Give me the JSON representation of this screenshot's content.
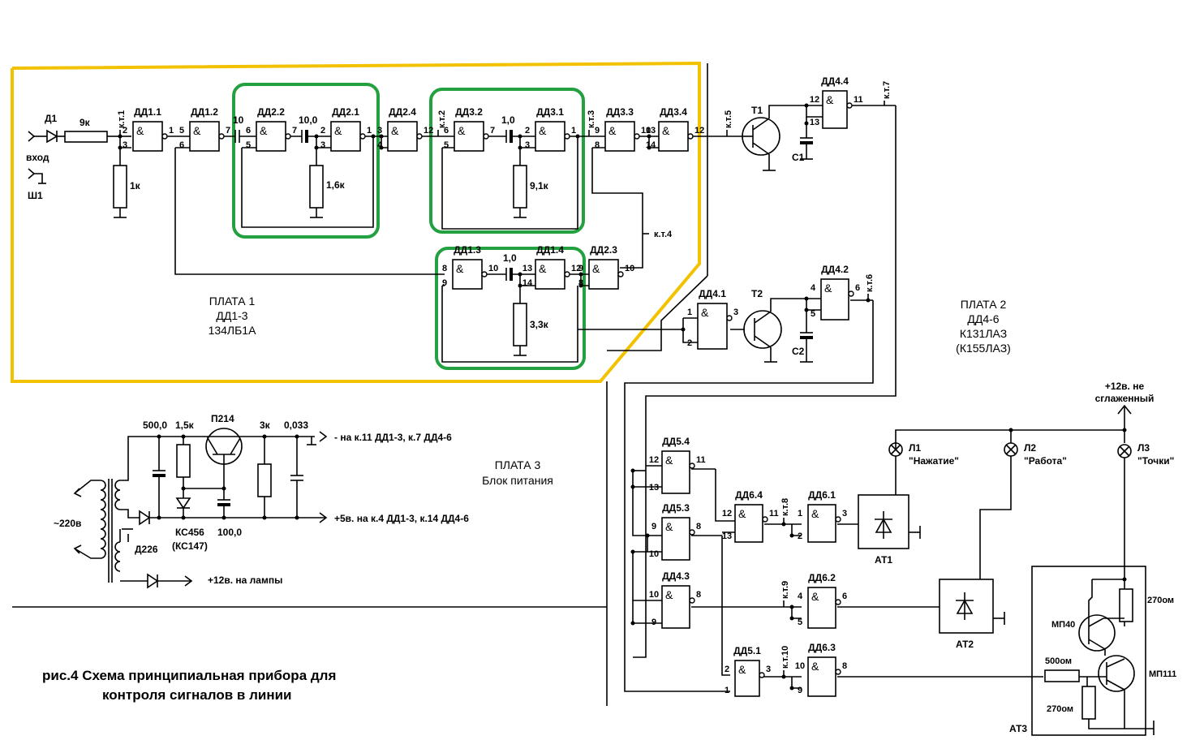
{
  "caption": {
    "line1": "рис.4   Схема  принципиальная  прибора  для",
    "line2": "контроля  сигналов  в  линии"
  },
  "boards": {
    "board1": {
      "title": "ПЛАТА 1",
      "chips": "ДД1-3",
      "type": "134ЛБ1А"
    },
    "board2": {
      "title": "ПЛАТА 2",
      "chips": "ДД4-6",
      "type": "К131ЛАЗ",
      "alt": "(К155ЛАЗ)"
    },
    "board3": {
      "title": "ПЛАТА 3",
      "subtitle": "Блок питания"
    }
  },
  "colors": {
    "board1_outline": "#f2c200",
    "block_outline": "#23a040",
    "wire": "#000000"
  },
  "gate_symbol": "&",
  "gates": [
    {
      "name": "ДД1.1",
      "pins": [
        "2",
        "3",
        "1"
      ]
    },
    {
      "name": "ДД1.2",
      "pins": [
        "5",
        "6",
        "7"
      ]
    },
    {
      "name": "ДД2.2",
      "pins": [
        "6",
        "5",
        "7"
      ]
    },
    {
      "name": "ДД2.1",
      "pins": [
        "2",
        "3",
        "1"
      ]
    },
    {
      "name": "ДД2.4",
      "pins": [
        "3",
        "4",
        "12"
      ]
    },
    {
      "name": "ДД3.2",
      "pins": [
        "6",
        "5",
        "7"
      ]
    },
    {
      "name": "ДД3.1",
      "pins": [
        "2",
        "3",
        "1"
      ]
    },
    {
      "name": "ДД3.3",
      "pins": [
        "9",
        "8",
        "10"
      ]
    },
    {
      "name": "ДД3.4",
      "pins": [
        "13",
        "14",
        "12"
      ]
    },
    {
      "name": "ДД1.3",
      "pins": [
        "8",
        "9",
        "10"
      ]
    },
    {
      "name": "ДД1.4",
      "pins": [
        "13",
        "14",
        "12"
      ]
    },
    {
      "name": "ДД2.3",
      "pins": [
        "9",
        "8",
        "10"
      ]
    },
    {
      "name": "ДД4.4",
      "pins": [
        "12",
        "13",
        "11"
      ]
    },
    {
      "name": "ДД4.1",
      "pins": [
        "1",
        "2",
        "3"
      ]
    },
    {
      "name": "ДД4.2",
      "pins": [
        "4",
        "5",
        "6"
      ]
    },
    {
      "name": "ДД5.4",
      "pins": [
        "12",
        "13",
        "11"
      ]
    },
    {
      "name": "ДД5.3",
      "pins": [
        "9",
        "10",
        "8"
      ]
    },
    {
      "name": "ДД4.3",
      "pins": [
        "10",
        "9",
        "8"
      ]
    },
    {
      "name": "ДД5.1",
      "pins": [
        "2",
        "1",
        "3"
      ]
    },
    {
      "name": "ДД6.4",
      "pins": [
        "12",
        "13",
        "11"
      ]
    },
    {
      "name": "ДД6.1",
      "pins": [
        "1",
        "2",
        "3"
      ]
    },
    {
      "name": "ДД6.2",
      "pins": [
        "4",
        "5",
        "6"
      ]
    },
    {
      "name": "ДД6.3",
      "pins": [
        "10",
        "9",
        "8"
      ]
    }
  ],
  "components": {
    "D1": "Д1",
    "R_in": "9к",
    "R_1k": "1к",
    "C_10": "10",
    "C_10_0": "10,0",
    "R_1_6k": "1,6к",
    "C_1_0a": "1,0",
    "R_9_1k": "9,1к",
    "C_1_0b": "1,0",
    "R_3_3k": "3,3к",
    "T1": "Т1",
    "T2": "Т2",
    "C1": "С1",
    "C2": "С2",
    "input": "вход",
    "SH1": "Ш1",
    "AT1": "АТ1",
    "AT2": "АТ2",
    "AT3": "АТ3",
    "MP40": "МП40",
    "MP111": "МП111",
    "R_270a": "270ом",
    "R_500": "500ом",
    "R_270b": "270ом",
    "ps_C500": "500,0",
    "ps_R1_5k": "1,5к",
    "ps_P214": "П214",
    "ps_R3k": "3к",
    "ps_C0_033": "0,033",
    "ps_KC": "КС456",
    "ps_KC_alt": "(КС147)",
    "ps_C100": "100,0",
    "ps_D226": "Д226",
    "ps_mains": "~220в"
  },
  "test_points": {
    "kt1": "к.т.1",
    "kt2": "к.т.2",
    "kt3": "к.т.3",
    "kt4": "к.т.4",
    "kt5": "к.т.5",
    "kt6": "к.т.6",
    "kt7": "к.т.7",
    "kt8": "к.т.8",
    "kt9": "к.т.9",
    "kt10": "к.т.10"
  },
  "lamps": {
    "L1": {
      "label": "Л1",
      "text": "\"Нажатие\""
    },
    "L2": {
      "label": "Л2",
      "text": "\"Работа\""
    },
    "L3": {
      "label": "Л3",
      "text": "\"Точки\""
    },
    "supply_line1": "+12в. не",
    "supply_line2": "сглаженный"
  },
  "power_outputs": {
    "neg": "- на к.11 ДД1-3, к.7 ДД4-6",
    "pos5": "+5в. на к.4 ДД1-3, к.14 ДД4-6",
    "pos12": "+12в. на лампы"
  }
}
